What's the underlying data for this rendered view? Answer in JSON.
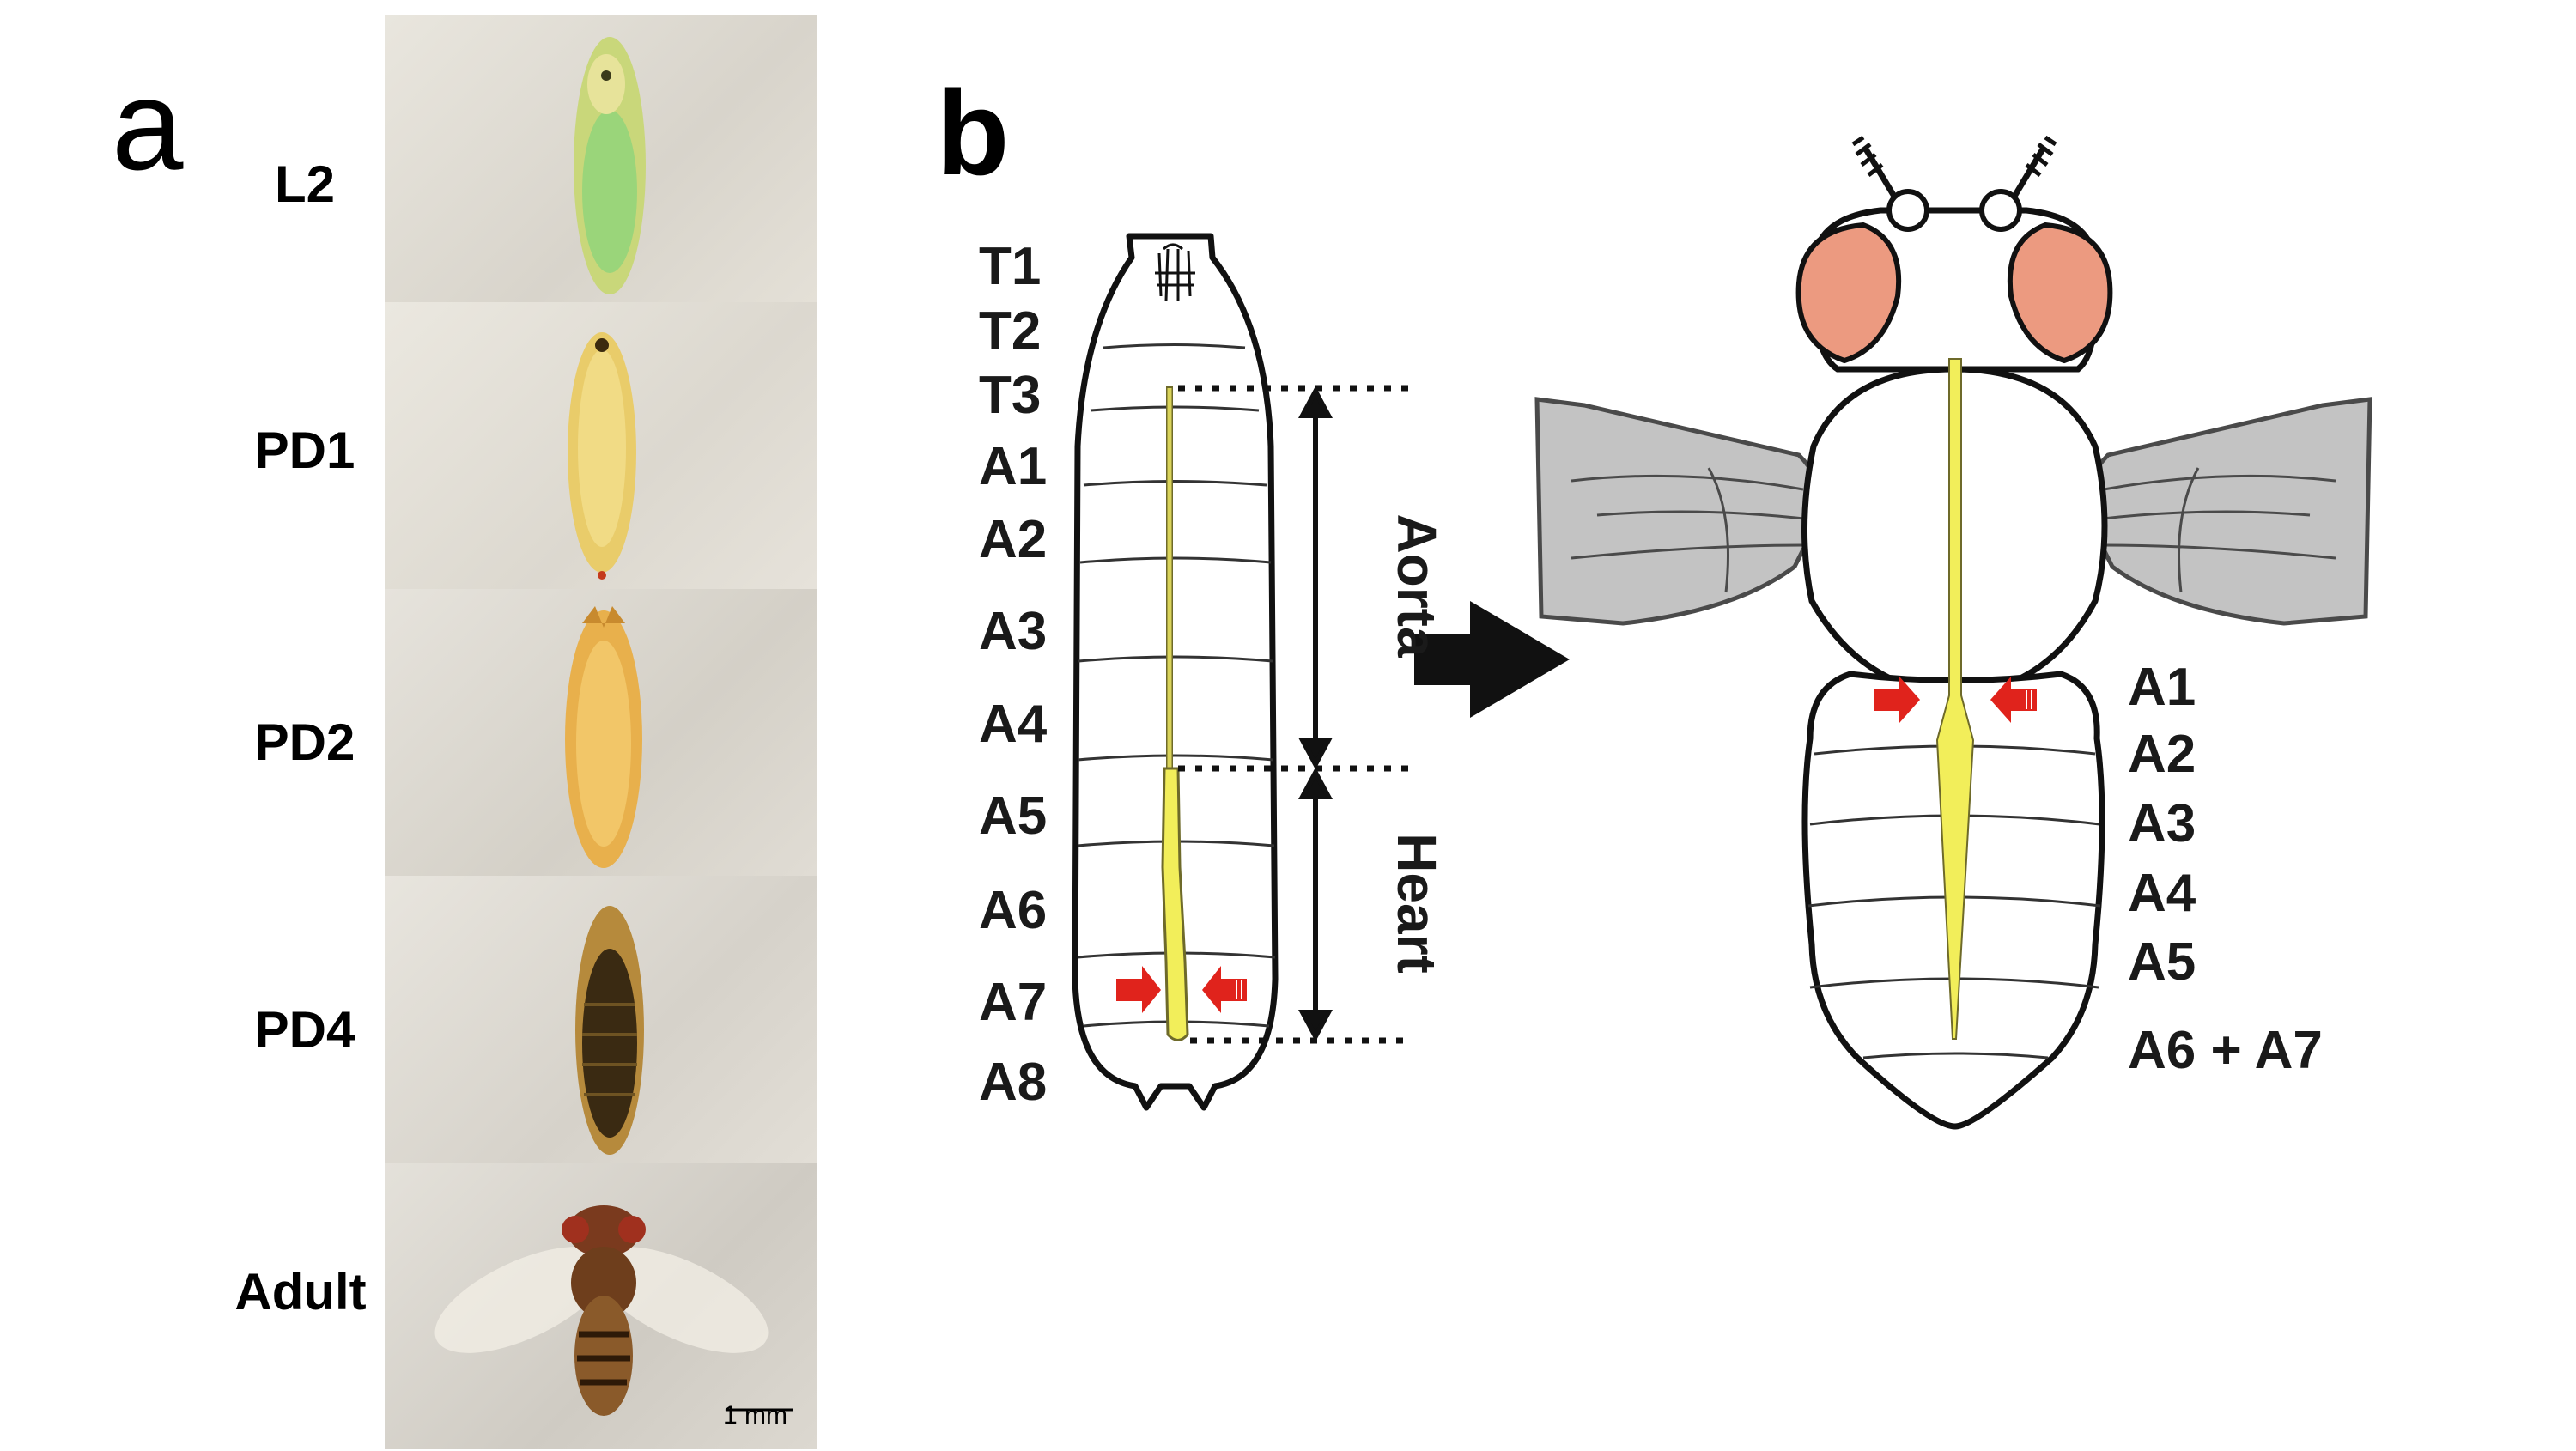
{
  "panel_a": {
    "letter": "a",
    "stages": [
      "L2",
      "PD1",
      "PD2",
      "PD4",
      "Adult"
    ],
    "scale_bar": "1 mm"
  },
  "panel_b": {
    "letter": "b",
    "larva_segments": [
      "T1",
      "T2",
      "T3",
      "A1",
      "A2",
      "A3",
      "A4",
      "A5",
      "A6",
      "A7",
      "A8"
    ],
    "region_labels": {
      "aorta": "Aorta",
      "heart": "Heart"
    },
    "adult_segments": [
      "A1",
      "A2",
      "A3",
      "A4",
      "A5",
      "A6 + A7"
    ]
  },
  "colors": {
    "heart_tube": "#f2ee5a",
    "ostia_arrow": "#e0231c",
    "eye": "#ec9a80",
    "wing": "#c3c3c3",
    "outline": "#111111"
  }
}
